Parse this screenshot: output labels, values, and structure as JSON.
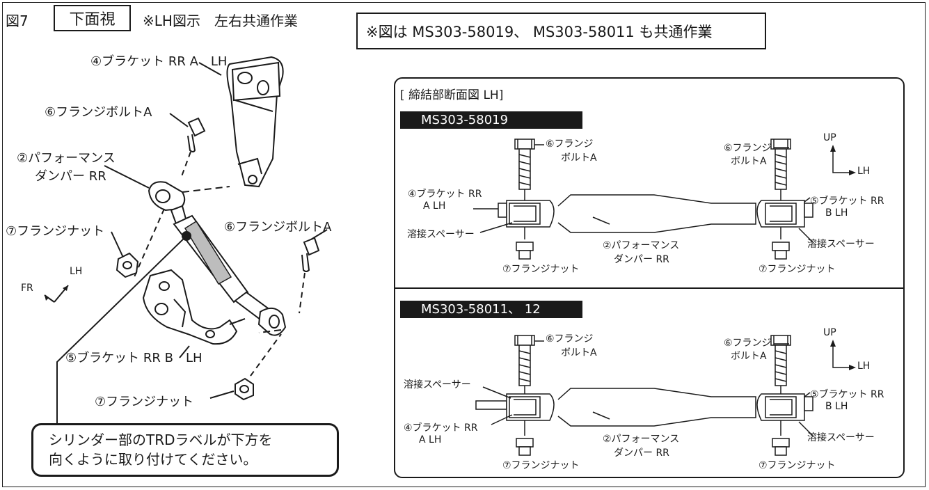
{
  "figure": {
    "number": "図7",
    "view": "下面視",
    "note": "※LH図示　左右共通作業",
    "common_note": "※図は MS303-58019、 MS303-58011 も共通作業"
  },
  "main_labels": {
    "bracket_a": "④ブラケット RR A　LH",
    "bolt_upper": "⑥フランジボルトA",
    "damper_line1": "②パフォーマンス",
    "damper_line2": "ダンパー RR",
    "nut_left": "⑦フランジナット",
    "bolt_right": "⑥フランジボルトA",
    "bracket_b": "⑤ブラケット RR B　LH",
    "nut_bottom": "⑦フランジナット",
    "dir_lh": "LH",
    "dir_fr": "FR"
  },
  "notice": {
    "line1": "シリンダー部のTRDラベルが下方を",
    "line2": "向くように取り付けてください。"
  },
  "section": {
    "title": "[ 締結部断面図 LH]",
    "variant1": {
      "band": "MS303-58019",
      "bolt_l1": "⑥フランジ",
      "bolt_l2": "ボルトA",
      "bolt_r1": "⑥フランジ",
      "bolt_r2": "ボルトA",
      "bracket_a1": "④ブラケット RR",
      "bracket_a2": "A  LH",
      "spacer_l": "溶接スペーサー",
      "nut_l": "⑦フランジナット",
      "damper1": "②パフォーマンス",
      "damper2": "ダンパー RR",
      "bracket_b1": "⑤ブラケット RR",
      "bracket_b2": "B  LH",
      "spacer_r": "溶接スペーサー",
      "nut_r": "⑦フランジナット",
      "up": "UP",
      "lh": "LH"
    },
    "variant2": {
      "band": "MS303-58011、 12",
      "bolt_l1": "⑥フランジ",
      "bolt_l2": "ボルトA",
      "bolt_r1": "⑥フランジ",
      "bolt_r2": "ボルトA",
      "spacer_l": "溶接スペーサー",
      "bracket_a1": "④ブラケット RR",
      "bracket_a2": "A  LH",
      "nut_l": "⑦フランジナット",
      "damper1": "②パフォーマンス",
      "damper2": "ダンパー RR",
      "bracket_b1": "⑤ブラケット RR",
      "bracket_b2": "B  LH",
      "spacer_r": "溶接スペーサー",
      "nut_r": "⑦フランジナット",
      "up": "UP",
      "lh": "LH"
    }
  }
}
